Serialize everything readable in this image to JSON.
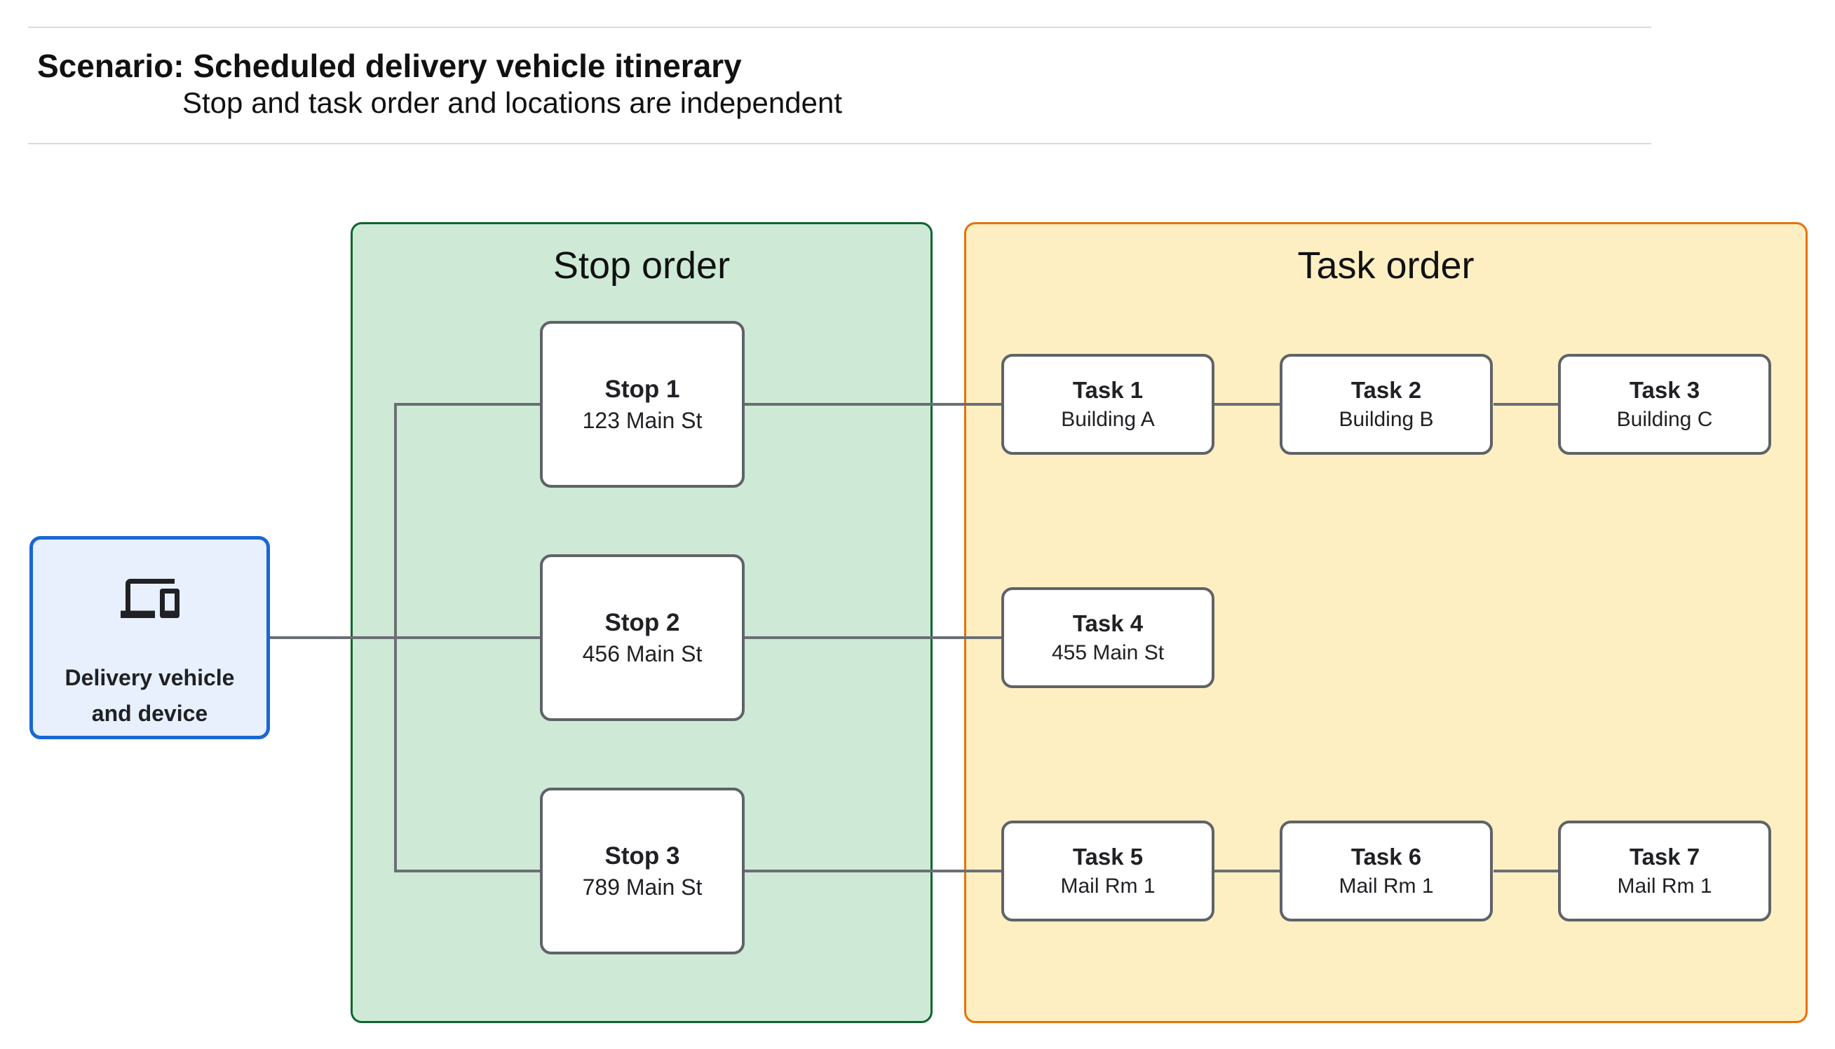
{
  "header": {
    "title": "Scenario: Scheduled delivery vehicle itinerary",
    "subtitle": "Stop and task order and locations are independent"
  },
  "vehicle": {
    "icon": "devices-icon",
    "label_line1": "Delivery vehicle",
    "label_line2": "and device"
  },
  "stop_group": {
    "title": "Stop order",
    "stops": [
      {
        "name": "Stop 1",
        "location": "123 Main St"
      },
      {
        "name": "Stop 2",
        "location": "456 Main St"
      },
      {
        "name": "Stop 3",
        "location": "789 Main St"
      }
    ]
  },
  "task_group": {
    "title": "Task order",
    "tasks": [
      {
        "name": "Task 1",
        "location": "Building A"
      },
      {
        "name": "Task 2",
        "location": "Building B"
      },
      {
        "name": "Task 3",
        "location": "Building C"
      },
      {
        "name": "Task 4",
        "location": "455 Main St"
      },
      {
        "name": "Task 5",
        "location": "Mail Rm 1"
      },
      {
        "name": "Task 6",
        "location": "Mail Rm 1"
      },
      {
        "name": "Task 7",
        "location": "Mail Rm 1"
      }
    ]
  },
  "colors": {
    "stop_group_fill": "#ceead6",
    "stop_group_border": "#0d652d",
    "task_group_fill": "#feefc3",
    "task_group_border": "#e8710a",
    "vehicle_fill": "#e8f0fe",
    "vehicle_border": "#1967d2",
    "node_border": "#5f6368",
    "connector": "#6b6f74",
    "divider": "#d9d9d9"
  }
}
